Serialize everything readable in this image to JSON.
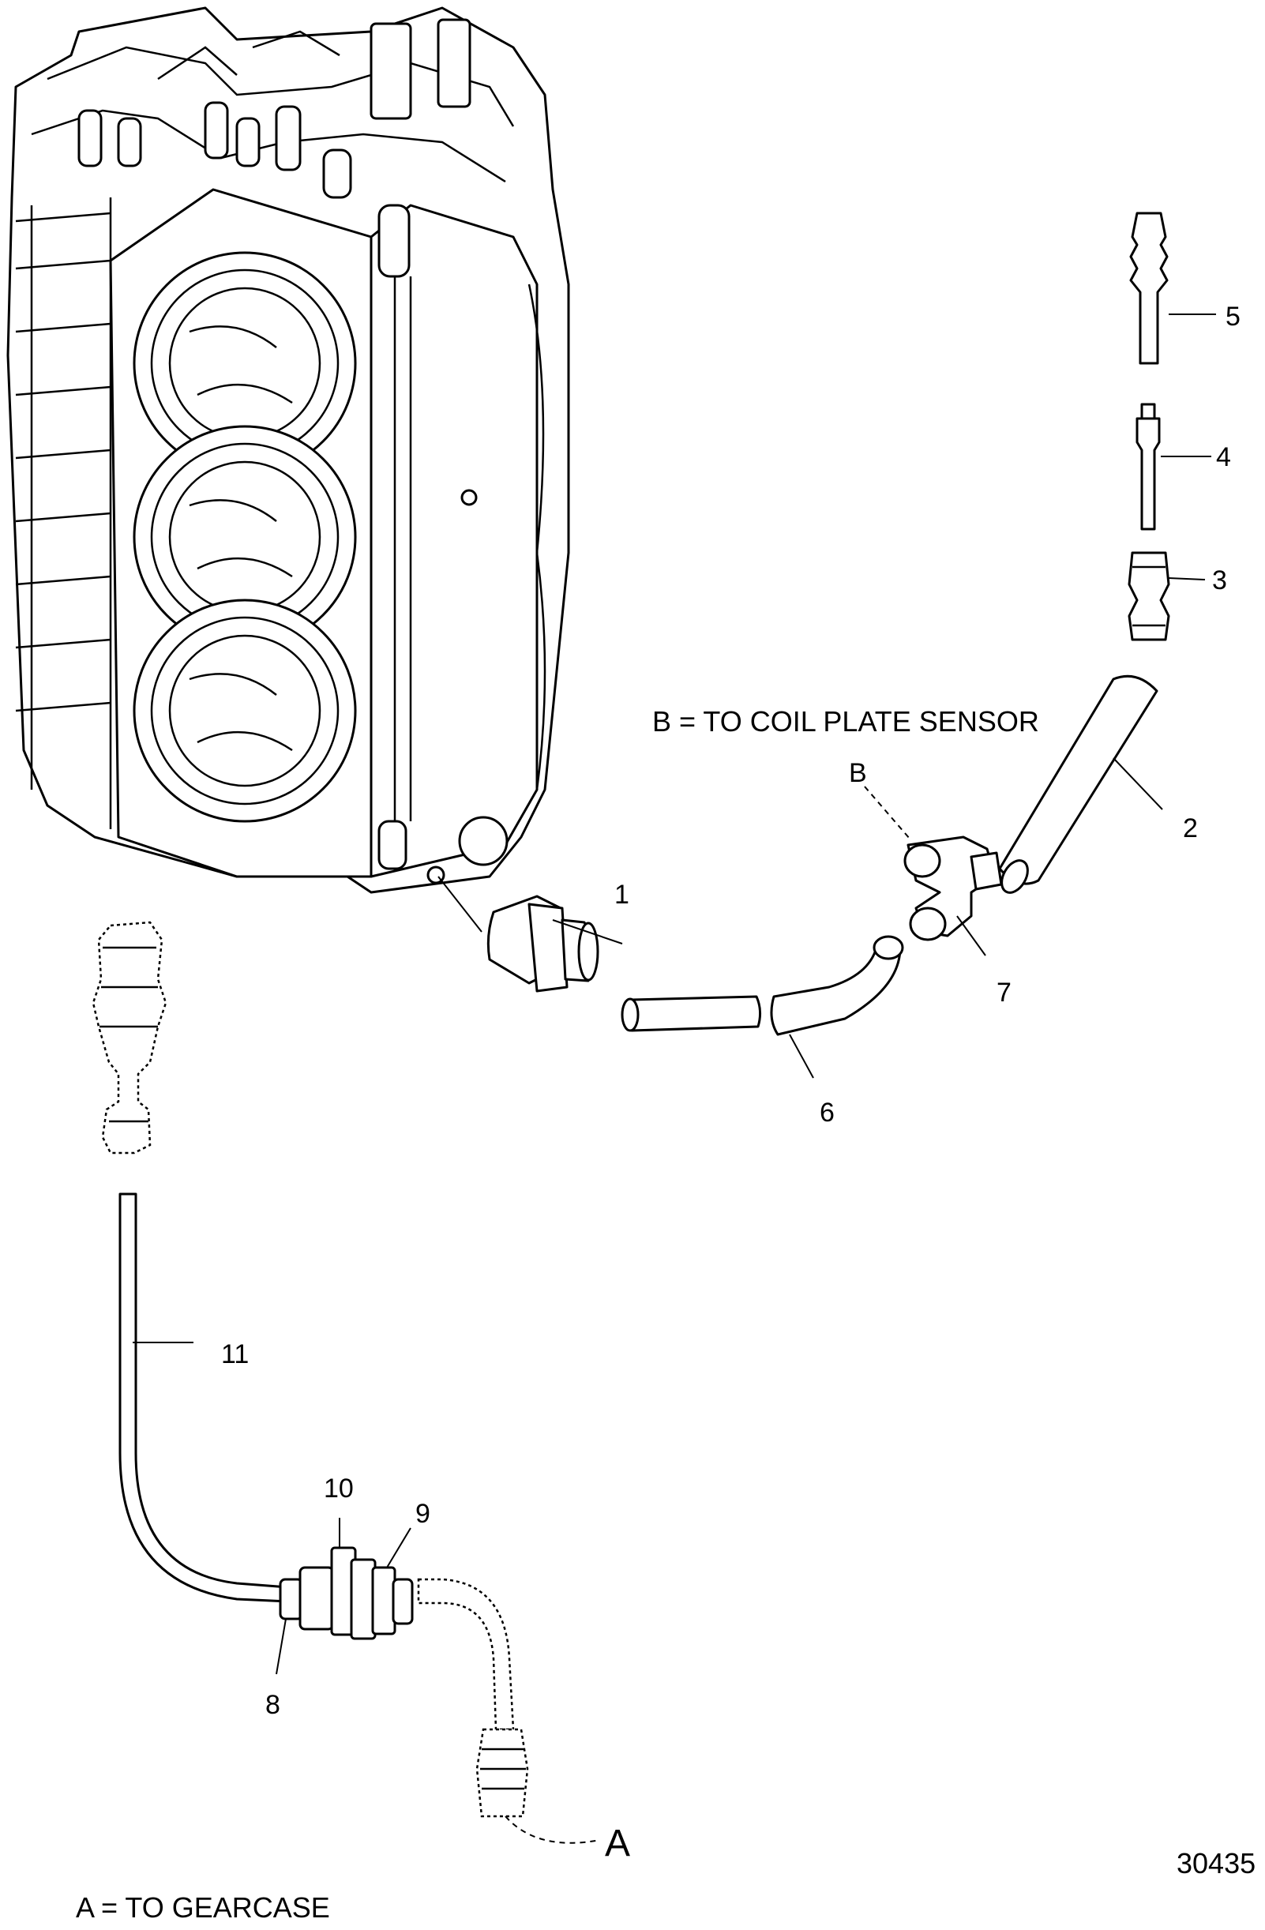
{
  "callouts": {
    "c1": "1",
    "c2": "2",
    "c3": "3",
    "c4": "4",
    "c5": "5",
    "c6": "6",
    "c7": "7",
    "c8": "8",
    "c9": "9",
    "c10": "10",
    "c11": "11",
    "a": "A",
    "b": "B"
  },
  "notes": {
    "b": "B = TO COIL PLATE SENSOR",
    "a": "A = TO GEARCASE"
  },
  "figure_id": "30435"
}
